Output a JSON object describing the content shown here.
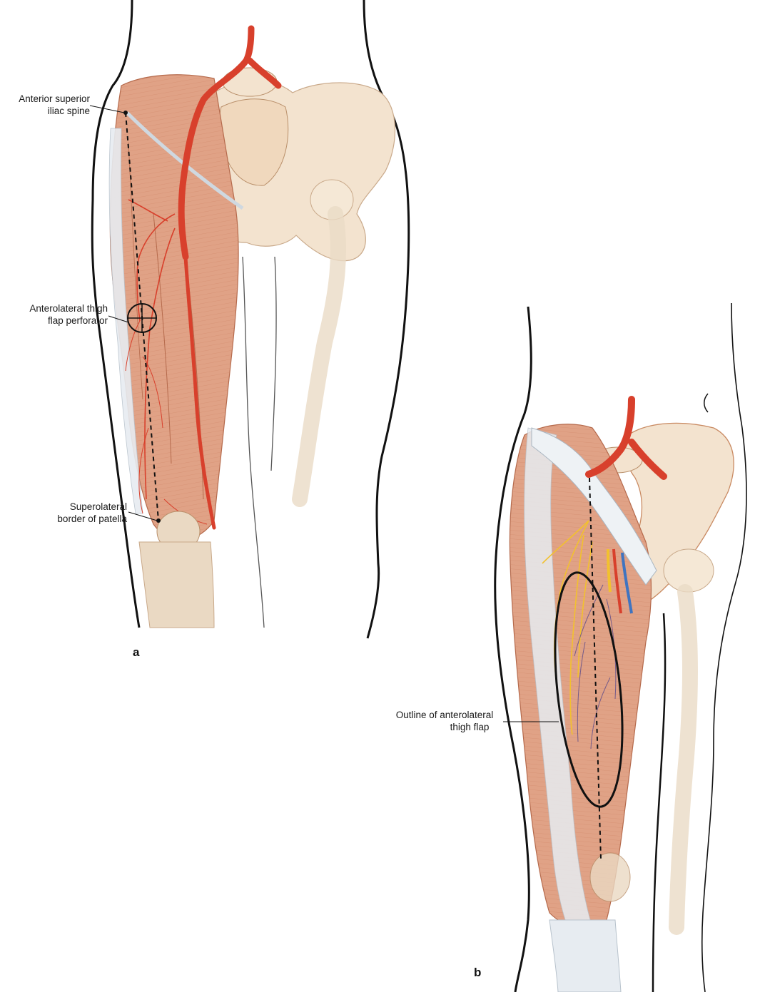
{
  "panel_a": {
    "letter": "a",
    "labels": {
      "asis_line1": "Anterior superior",
      "asis_line2": "iliac spine",
      "perforator_line1": "Anterolateral thigh",
      "perforator_line2": "flap perforator",
      "patella_line1": "Superolateral",
      "patella_line2": "border of patella"
    }
  },
  "panel_b": {
    "letter": "b",
    "labels": {
      "outline_line1": "Outline of anterolateral",
      "outline_line2": "thigh flap"
    }
  },
  "colors": {
    "muscle": "#e0a286",
    "muscle_dark": "#c9785a",
    "artery": "#d8402c",
    "vein": "#3f74c0",
    "nerve": "#f2c12e",
    "bone": "#f3e3cf",
    "fascia": "#e7ecf1",
    "outline": "#111111"
  }
}
